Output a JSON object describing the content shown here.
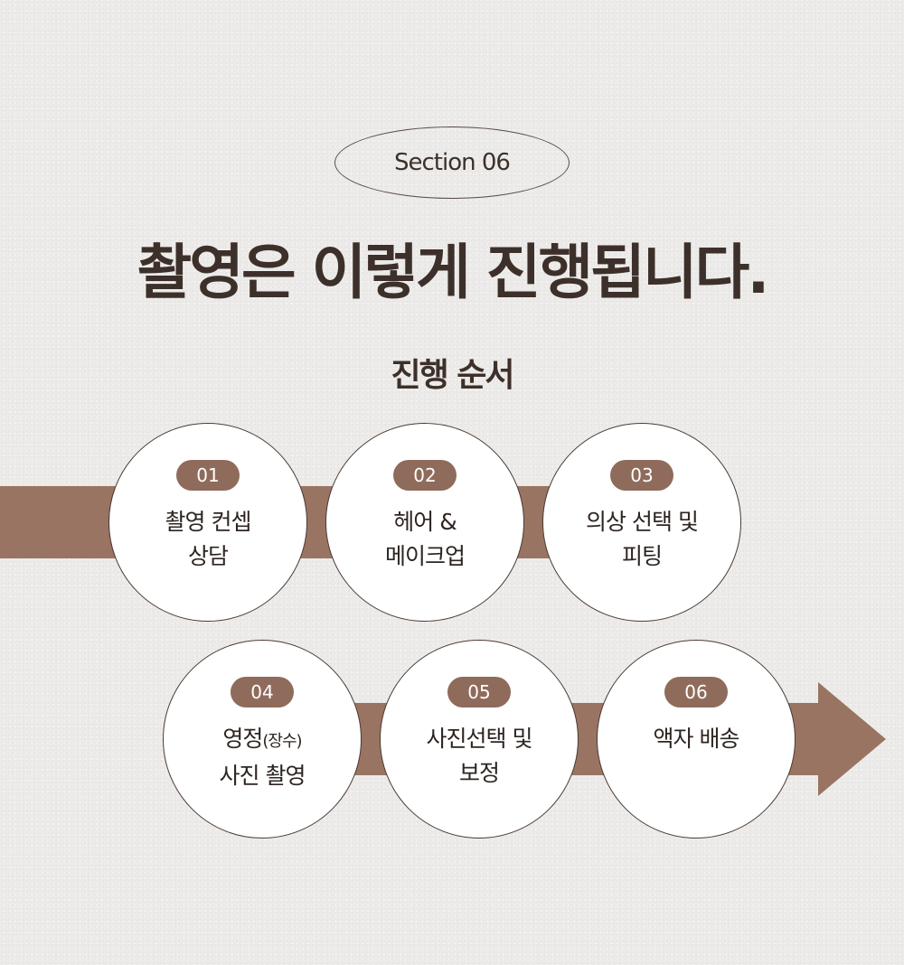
{
  "section_label": "Section 06",
  "headline": "촬영은 이렇게 진행됩니다.",
  "subhead": "진행 순서",
  "colors": {
    "accent": "#9a7462",
    "badge": "#8f6b5b",
    "text": "#3d302a",
    "background": "#ecebe9"
  },
  "steps": [
    {
      "number": "01",
      "line1": "촬영 컨셉",
      "line2": "상담"
    },
    {
      "number": "02",
      "line1": "헤어 &",
      "line2": "메이크업"
    },
    {
      "number": "03",
      "line1": "의상 선택 및",
      "line2": "피팅"
    },
    {
      "number": "04",
      "line1": "영정",
      "line1_small": "(장수)",
      "line2": "사진 촬영"
    },
    {
      "number": "05",
      "line1": "사진선택 및",
      "line2": "보정"
    },
    {
      "number": "06",
      "line1": "액자 배송",
      "line2": ""
    }
  ]
}
